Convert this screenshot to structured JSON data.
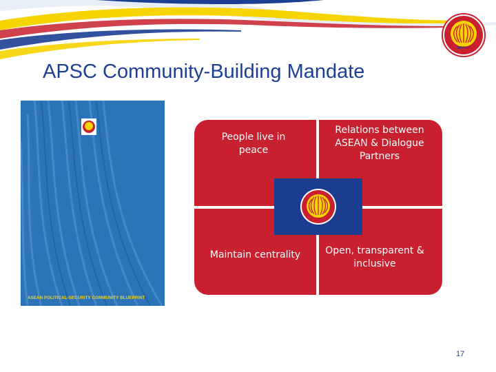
{
  "slide": {
    "title": "APSC Community-Building Mandate",
    "page_number": "17"
  },
  "book_cover": {
    "title": "ASEAN POLITICAL-SECURITY COMMUNITY BLUEPRINT"
  },
  "quadrants": {
    "top_left": "People live in peace",
    "top_right": "Relations between ASEAN & Dialogue Partners",
    "bottom_left": "Maintain centrality",
    "bottom_right": "Open, transparent & inclusive"
  },
  "logo": {
    "text": "asean"
  },
  "colors": {
    "title": "#1c3f94",
    "quad_red": "#c8202f",
    "badge_blue": "#1c3d8f",
    "cover_blue": "#2c74b8",
    "swoosh_yellow": "#f5d400",
    "swoosh_blue": "#1c3f94"
  },
  "icons": [
    "asean-logo-icon",
    "asean-emblem-icon"
  ]
}
